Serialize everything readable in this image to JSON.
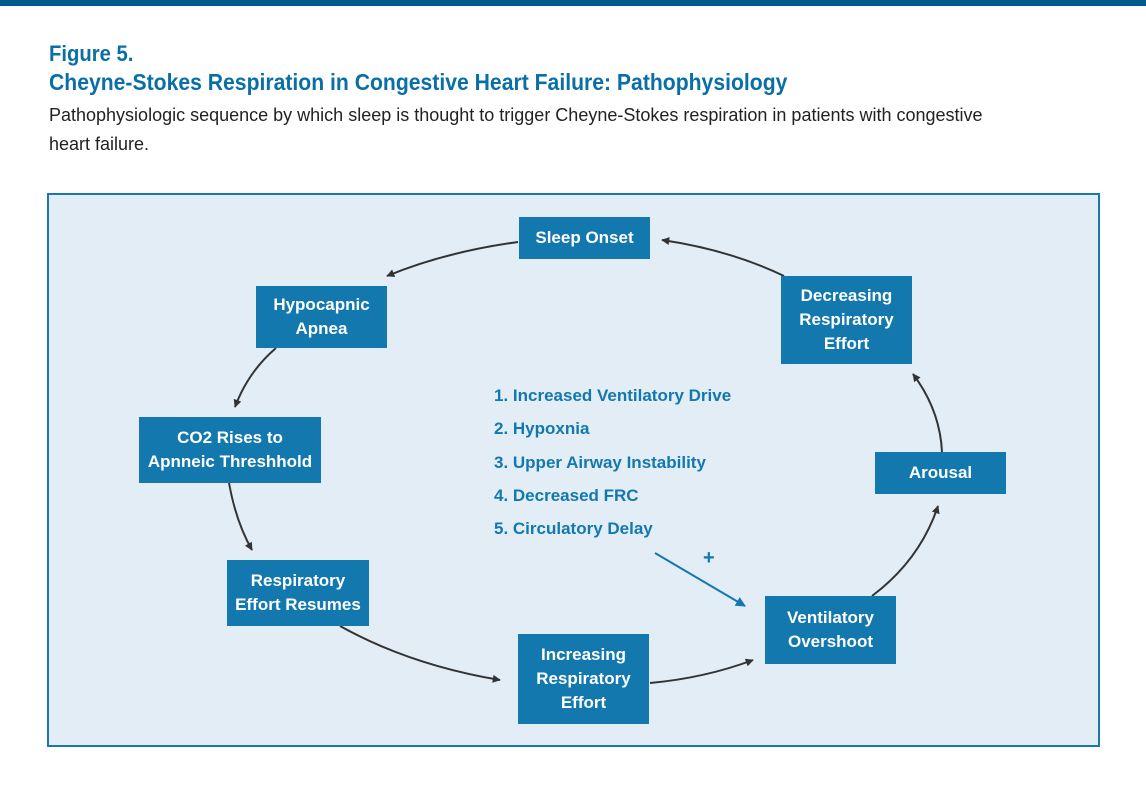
{
  "header": {
    "figure_label": "Figure 5.",
    "title": "Cheyne-Stokes Respiration in Congestive Heart Failure: Pathophysiology",
    "caption": "Pathophysiologic sequence by which sleep is thought to trigger Cheyne-Stokes respiration in patients with congestive heart failure."
  },
  "cycle": {
    "nodes": [
      {
        "id": "sleep-onset",
        "label": "Sleep Onset"
      },
      {
        "id": "hypocapnic-apnea",
        "label": "Hypocapnic\nApnea"
      },
      {
        "id": "co2-rises",
        "label": "CO2 Rises to\nApnneic Threshhold"
      },
      {
        "id": "respiratory-effort-resumes",
        "label": "Respiratory\nEffort Resumes"
      },
      {
        "id": "increasing-respiratory-effort",
        "label": "Increasing\nRespiratory\nEffort"
      },
      {
        "id": "ventilatory-overshoot",
        "label": "Ventilatory\nOvershoot"
      },
      {
        "id": "arousal",
        "label": "Arousal"
      },
      {
        "id": "decreasing-respiratory-effort",
        "label": "Decreasing\nRespiratory\nEffort"
      }
    ]
  },
  "contributing_factors": [
    "1. Increased Ventilatory Drive",
    "2. Hypoxnia",
    "3. Upper Airway Instability",
    "4. Decreased FRC",
    "5. Circulatory Delay"
  ],
  "factor_effect_sign": "+",
  "colors": {
    "brand_blue": "#1378ae",
    "panel_background": "#e3edf5",
    "arrow": "#333333"
  }
}
